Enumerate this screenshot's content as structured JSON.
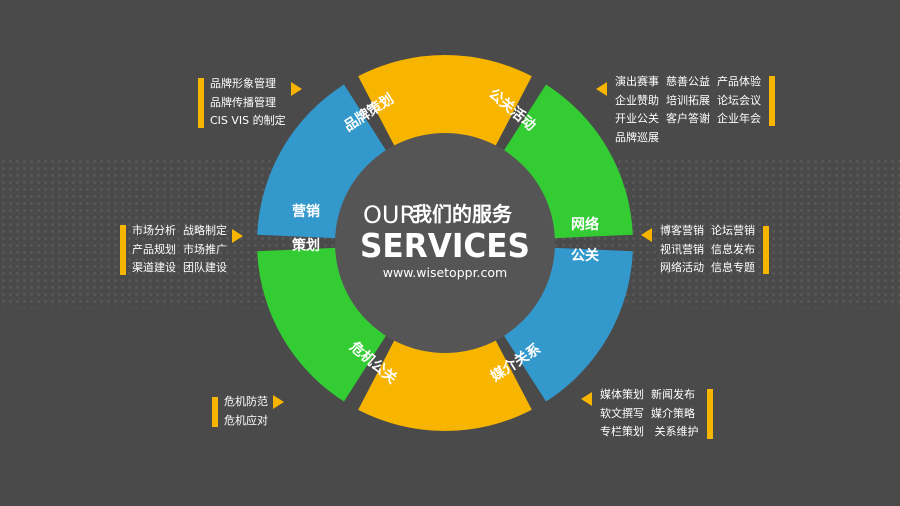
{
  "center": {
    "title_en": "OUR",
    "title_cn": "我们的服务",
    "services": "SERVICES",
    "url": "www.wisetoppr.com"
  },
  "colors": {
    "background": "#4a4a4a",
    "blue": "#3399cc",
    "orange": "#f7b500",
    "green": "#33cc33",
    "center": "#555555",
    "accent": "#f7b500"
  },
  "segments": {
    "brand": "品牌策划",
    "pr": "公关活动",
    "network_1": "网络",
    "network_2": "公关",
    "media": "媒介关系",
    "crisis": "危机公关",
    "marketing_1": "营销",
    "marketing_2": "策划"
  },
  "info": {
    "brand": "品牌形象管理\n品牌传播管理\nCIS VIS 的制定",
    "pr": "演出赛事  慈善公益  产品体验\n企业赞助  培训拓展  论坛会议\n开业公关  客户答谢  企业年会\n品牌巡展",
    "network": "博客营销  论坛营销\n视讯营销  信息发布\n网络活动  信息专题",
    "media": "媒体策划  新闻发布\n软文撰写  媒介策略\n专栏策划   关系维护",
    "crisis": "危机防范\n危机应对",
    "marketing": "市场分析  战略制定\n产品规划  市场推广\n渠道建设  团队建设"
  }
}
